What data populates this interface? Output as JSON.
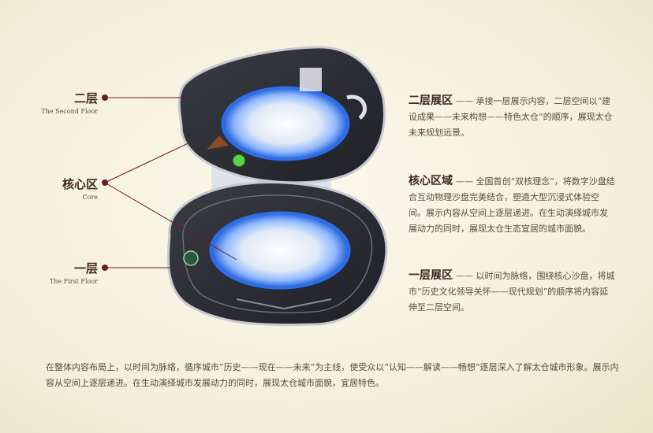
{
  "labels": {
    "second": {
      "zh": "二层",
      "en": "The Second Floor"
    },
    "core": {
      "zh": "核心区",
      "en": "Core"
    },
    "first": {
      "zh": "一层",
      "en": "The First Floor"
    }
  },
  "descriptions": {
    "second": {
      "title": "二层展区",
      "text": "—— 承接一层展示内容，二层空间以“建设成果——未来构想——特色太仓”的顺序，展现太仓未来规划远景。"
    },
    "core": {
      "title": "核心区域",
      "text": "—— 全国首创“双核理念”，将数字沙盘结合互动物理沙盘完美结合，塑造大型沉浸式体验空间。展示内容从空间上逐层递进。在生动演绎城市发展动力的同时，展现太仓生态宜居的城市面貌。"
    },
    "first": {
      "title": "一层展区",
      "text": "—— 以时间为脉络，围绕核心沙盘，将城市“历史文化领导关怀——现代规划”的顺序将内容延伸至二层空间。"
    }
  },
  "summary": "在整体内容布局上，以时间为脉络，循序城市“历史——现在——未来”为主线，使受众以“认知——解读——畅想”逐层深入了解太仓城市形象。展示内容从空间上逐层递进。在生动演绎城市发展动力的同时，展现太仓城市面貌，宜居特色。",
  "colors": {
    "background": "#f6f1de",
    "accent": "#6a1e1e",
    "floor_dark": "#2b2d33",
    "core_glow": "#5aa0ff"
  }
}
